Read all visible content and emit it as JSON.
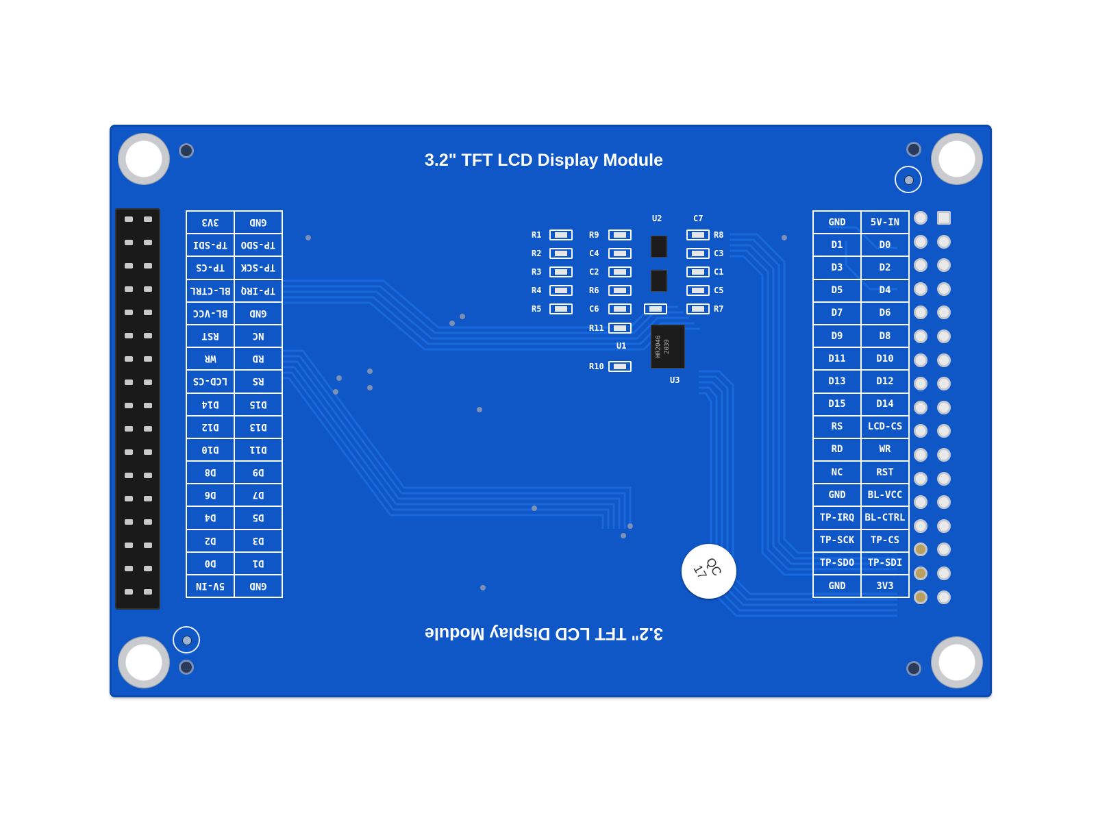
{
  "board": {
    "title_top": "3.2\" TFT LCD Display Module",
    "title_bottom": "3.2\" TFT LCD Display Module",
    "colors": {
      "pcb": "#0f57c6",
      "silkscreen": "#ffffff",
      "header": "#1a1a1a"
    }
  },
  "left_pinout": [
    [
      "GND",
      "3V3"
    ],
    [
      "TP-SDO",
      "TP-SDI"
    ],
    [
      "TP-SCK",
      "TP-CS"
    ],
    [
      "TP-IRQ",
      "BL-CTRL"
    ],
    [
      "GND",
      "BL-VCC"
    ],
    [
      "NC",
      "RST"
    ],
    [
      "RD",
      "WR"
    ],
    [
      "RS",
      "LCD-CS"
    ],
    [
      "D15",
      "D14"
    ],
    [
      "D13",
      "D12"
    ],
    [
      "D11",
      "D10"
    ],
    [
      "D9",
      "D8"
    ],
    [
      "D7",
      "D6"
    ],
    [
      "D5",
      "D4"
    ],
    [
      "D3",
      "D2"
    ],
    [
      "D1",
      "D0"
    ],
    [
      "GND",
      "5V-IN"
    ]
  ],
  "right_pinout": [
    [
      "GND",
      "5V-IN"
    ],
    [
      "D1",
      "D0"
    ],
    [
      "D3",
      "D2"
    ],
    [
      "D5",
      "D4"
    ],
    [
      "D7",
      "D6"
    ],
    [
      "D9",
      "D8"
    ],
    [
      "D11",
      "D10"
    ],
    [
      "D13",
      "D12"
    ],
    [
      "D15",
      "D14"
    ],
    [
      "RS",
      "LCD-CS"
    ],
    [
      "RD",
      "WR"
    ],
    [
      "NC",
      "RST"
    ],
    [
      "GND",
      "BL-VCC"
    ],
    [
      "TP-IRQ",
      "BL-CTRL"
    ],
    [
      "TP-SCK",
      "TP-CS"
    ],
    [
      "TP-SDO",
      "TP-SDI"
    ],
    [
      "GND",
      "3V3"
    ]
  ],
  "components": {
    "R1": "R1",
    "R2": "R2",
    "R3": "R3",
    "R4": "R4",
    "R5": "R5",
    "R6": "R6",
    "R7": "R7",
    "R8": "R8",
    "R9": "R9",
    "R10": "R10",
    "R11": "R11",
    "C1": "C1",
    "C2": "C2",
    "C3": "C3",
    "C4": "C4",
    "C5": "C5",
    "C6": "C6",
    "C7": "C7",
    "U1": "U1",
    "U2": "U2",
    "U3": "U3",
    "chip_marking_1": "HR2046",
    "chip_marking_2": "2039"
  },
  "qc_sticker": {
    "line1": "QC",
    "line2": "17"
  }
}
